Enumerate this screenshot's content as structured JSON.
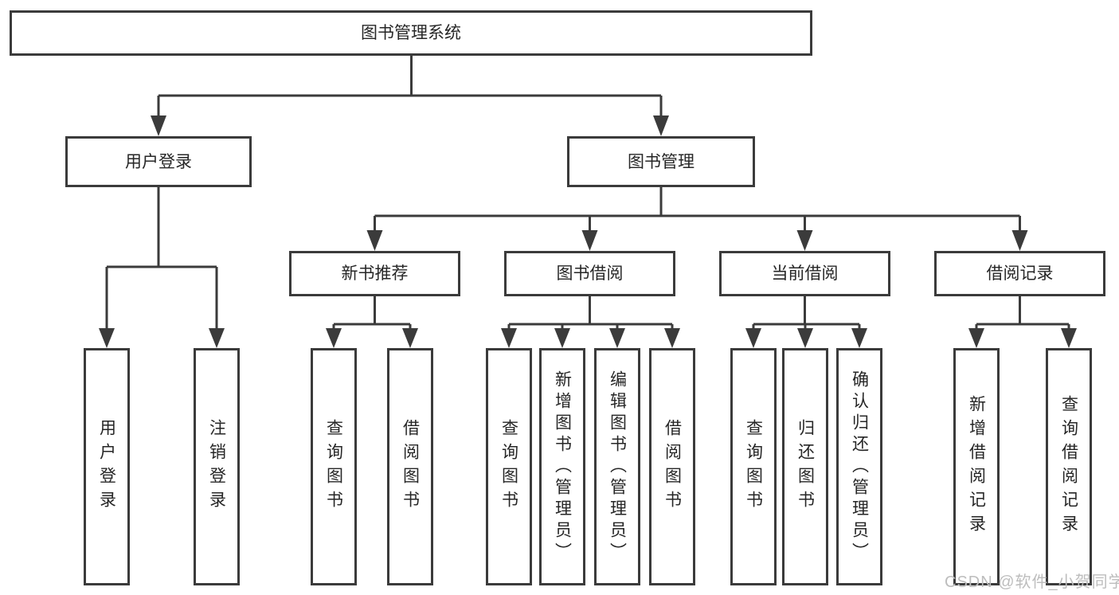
{
  "diagram": {
    "title": "图书管理系统",
    "tree": {
      "label": "图书管理系统",
      "children": [
        {
          "label": "用户登录",
          "children": [
            {
              "label": "用户登录"
            },
            {
              "label": "注销登录"
            }
          ]
        },
        {
          "label": "图书管理",
          "children": [
            {
              "label": "新书推荐",
              "children": [
                {
                  "label": "查询图书"
                },
                {
                  "label": "借阅图书"
                }
              ]
            },
            {
              "label": "图书借阅",
              "children": [
                {
                  "label": "查询图书"
                },
                {
                  "label": "新增图书（管理员）"
                },
                {
                  "label": "编辑图书（管理员）"
                },
                {
                  "label": "借阅图书"
                }
              ]
            },
            {
              "label": "当前借阅",
              "children": [
                {
                  "label": "查询图书"
                },
                {
                  "label": "归还图书"
                },
                {
                  "label": "确认归还（管理员）"
                }
              ]
            },
            {
              "label": "借阅记录",
              "children": [
                {
                  "label": "新增借阅记录"
                },
                {
                  "label": "查询借阅记录"
                }
              ]
            }
          ]
        }
      ]
    },
    "colors": {
      "line": "#3b3b3b",
      "box_background": "#ffffff",
      "text": "#262626",
      "watermark": "#bdbdbd"
    }
  },
  "watermark": {
    "text": "CSDN @软件_小贺同学"
  }
}
